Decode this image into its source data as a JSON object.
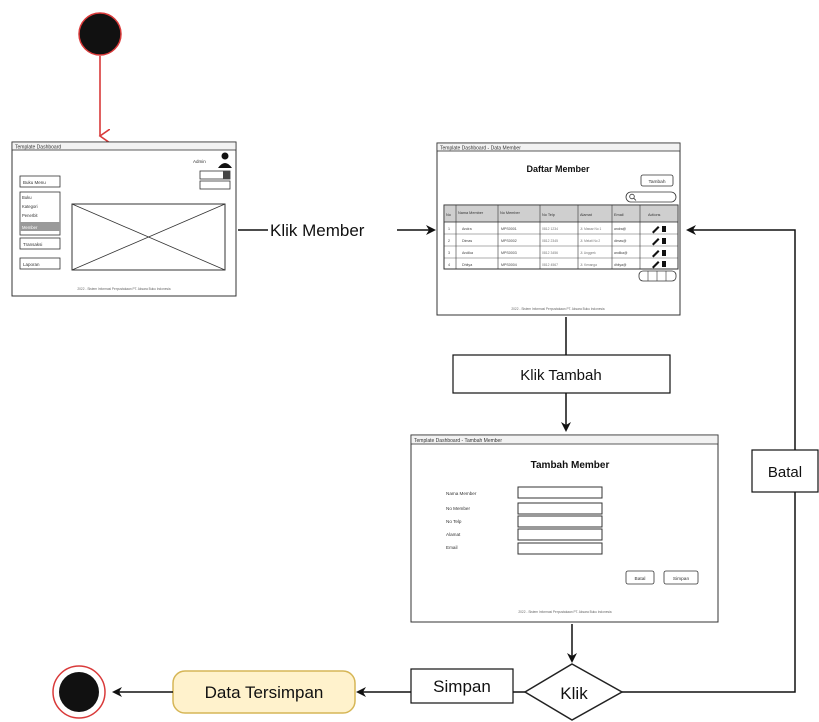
{
  "diagram": {
    "edges": {
      "klik_member": "Klik Member",
      "klik_tambah": "Klik Tambah",
      "batal": "Batal",
      "simpan": "Simpan"
    },
    "decision": "Klik",
    "final_state": "Data Tersimpan"
  },
  "dashboard_mockup": {
    "window_title": "Template Dashboard",
    "user_label": "Admin",
    "menu_items": [
      "Buku Menu",
      "Buku",
      "Kategori",
      "Penerbit",
      "Member",
      "Transaksi",
      "Laporan"
    ],
    "footer": "2022 - Sistem Informasi Perpustakaan PT. Aksara Buku Indonesia"
  },
  "member_list_mockup": {
    "window_title": "Template Dashboard - Data Member",
    "heading": "Daftar Member",
    "add_button": "Tambah",
    "columns": [
      "No",
      "Nama Member",
      "No Member",
      "No Telp",
      "Alamat",
      "Email",
      "Actions"
    ],
    "rows": [
      [
        "1",
        "Andra",
        "MPS0001",
        "0812 1234",
        "Jl. Mawar No 1",
        "andra@"
      ],
      [
        "2",
        "Dimas",
        "MPS0002",
        "0812 2345",
        "Jl. Melati No 2",
        "dimas@"
      ],
      [
        "3",
        "Andika",
        "MPS0003",
        "0812 3456",
        "Jl. Anggrek",
        "andika@"
      ],
      [
        "4",
        "Dhitya",
        "MPS0004",
        "0812 4567",
        "Jl. Kenanga",
        "dhitya@"
      ]
    ],
    "footer": "2022 - Sistem Informasi Perpustakaan PT. Aksara Buku Indonesia"
  },
  "add_member_mockup": {
    "window_title": "Template Dashboard - Tambah Member",
    "heading": "Tambah Member",
    "fields": [
      "Nama Member",
      "No Member",
      "No Telp",
      "Alamat",
      "Email"
    ],
    "cancel_button": "Batal",
    "save_button": "Simpan",
    "footer": "2022 - Sistem Informasi Perpustakaan PT. Aksara Buku Indonesia"
  },
  "colors": {
    "start_node": "#111111",
    "start_arrow": "#d93a3a",
    "final_ring": "#d93a3a",
    "state_fill": "#fff2cc",
    "state_stroke": "#d6b656",
    "decision_stroke": "#222222"
  }
}
